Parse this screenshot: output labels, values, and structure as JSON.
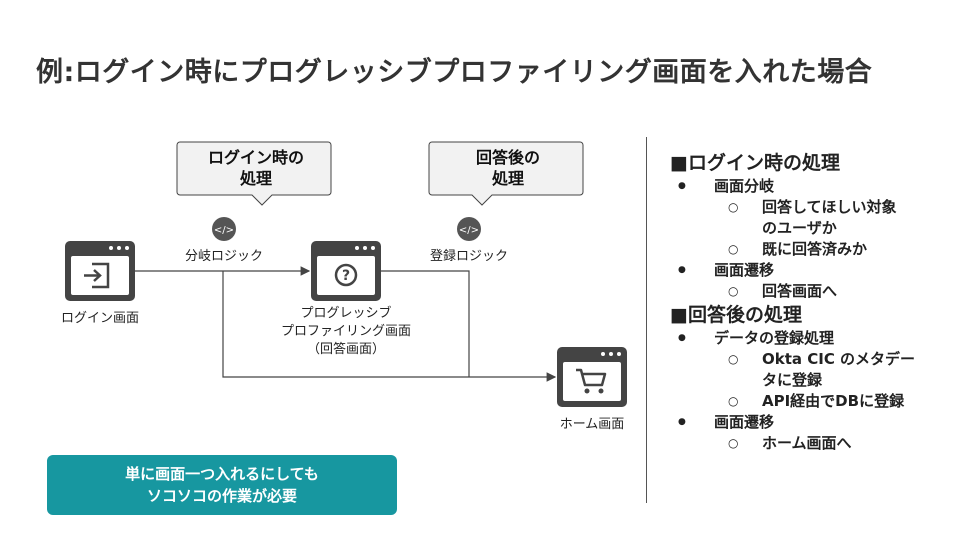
{
  "title": "例:ログイン時にプログレッシブプロファイリング画面を入れた場合",
  "callouts": {
    "login": [
      "ログイン時の",
      "処理"
    ],
    "answer": [
      "回答後の",
      "処理"
    ]
  },
  "labels": {
    "branch_logic": "分岐ロジック",
    "register_logic": "登録ロジック"
  },
  "nodes": {
    "login_screen": "ログイン画面",
    "progressive": [
      "プログレッシブ",
      "プロファイリング画面",
      "（回答画面）"
    ],
    "home_screen": "ホーム画面"
  },
  "note": [
    "単に画面一つ入れるにしても",
    "ソコソコの作業が必要"
  ],
  "side": {
    "h1": "■ログイン時の処理",
    "l1a": "画面分岐",
    "l2a": [
      "回答してほしい対象",
      "のユーザか"
    ],
    "l2b": "既に回答済みか",
    "l1b": "画面遷移",
    "l2c": "回答画面へ",
    "h2": "■回答後の処理",
    "l1c": "データの登録処理",
    "l2d": [
      "Okta CIC のメタデー",
      "タに登録"
    ],
    "l2e": "API経由でDBに登録",
    "l1d": "画面遷移",
    "l2f": "ホーム画面へ"
  },
  "colors": {
    "accent": "#1797a0",
    "icon": "#444444",
    "callout_bg": "#f2f2f2"
  }
}
